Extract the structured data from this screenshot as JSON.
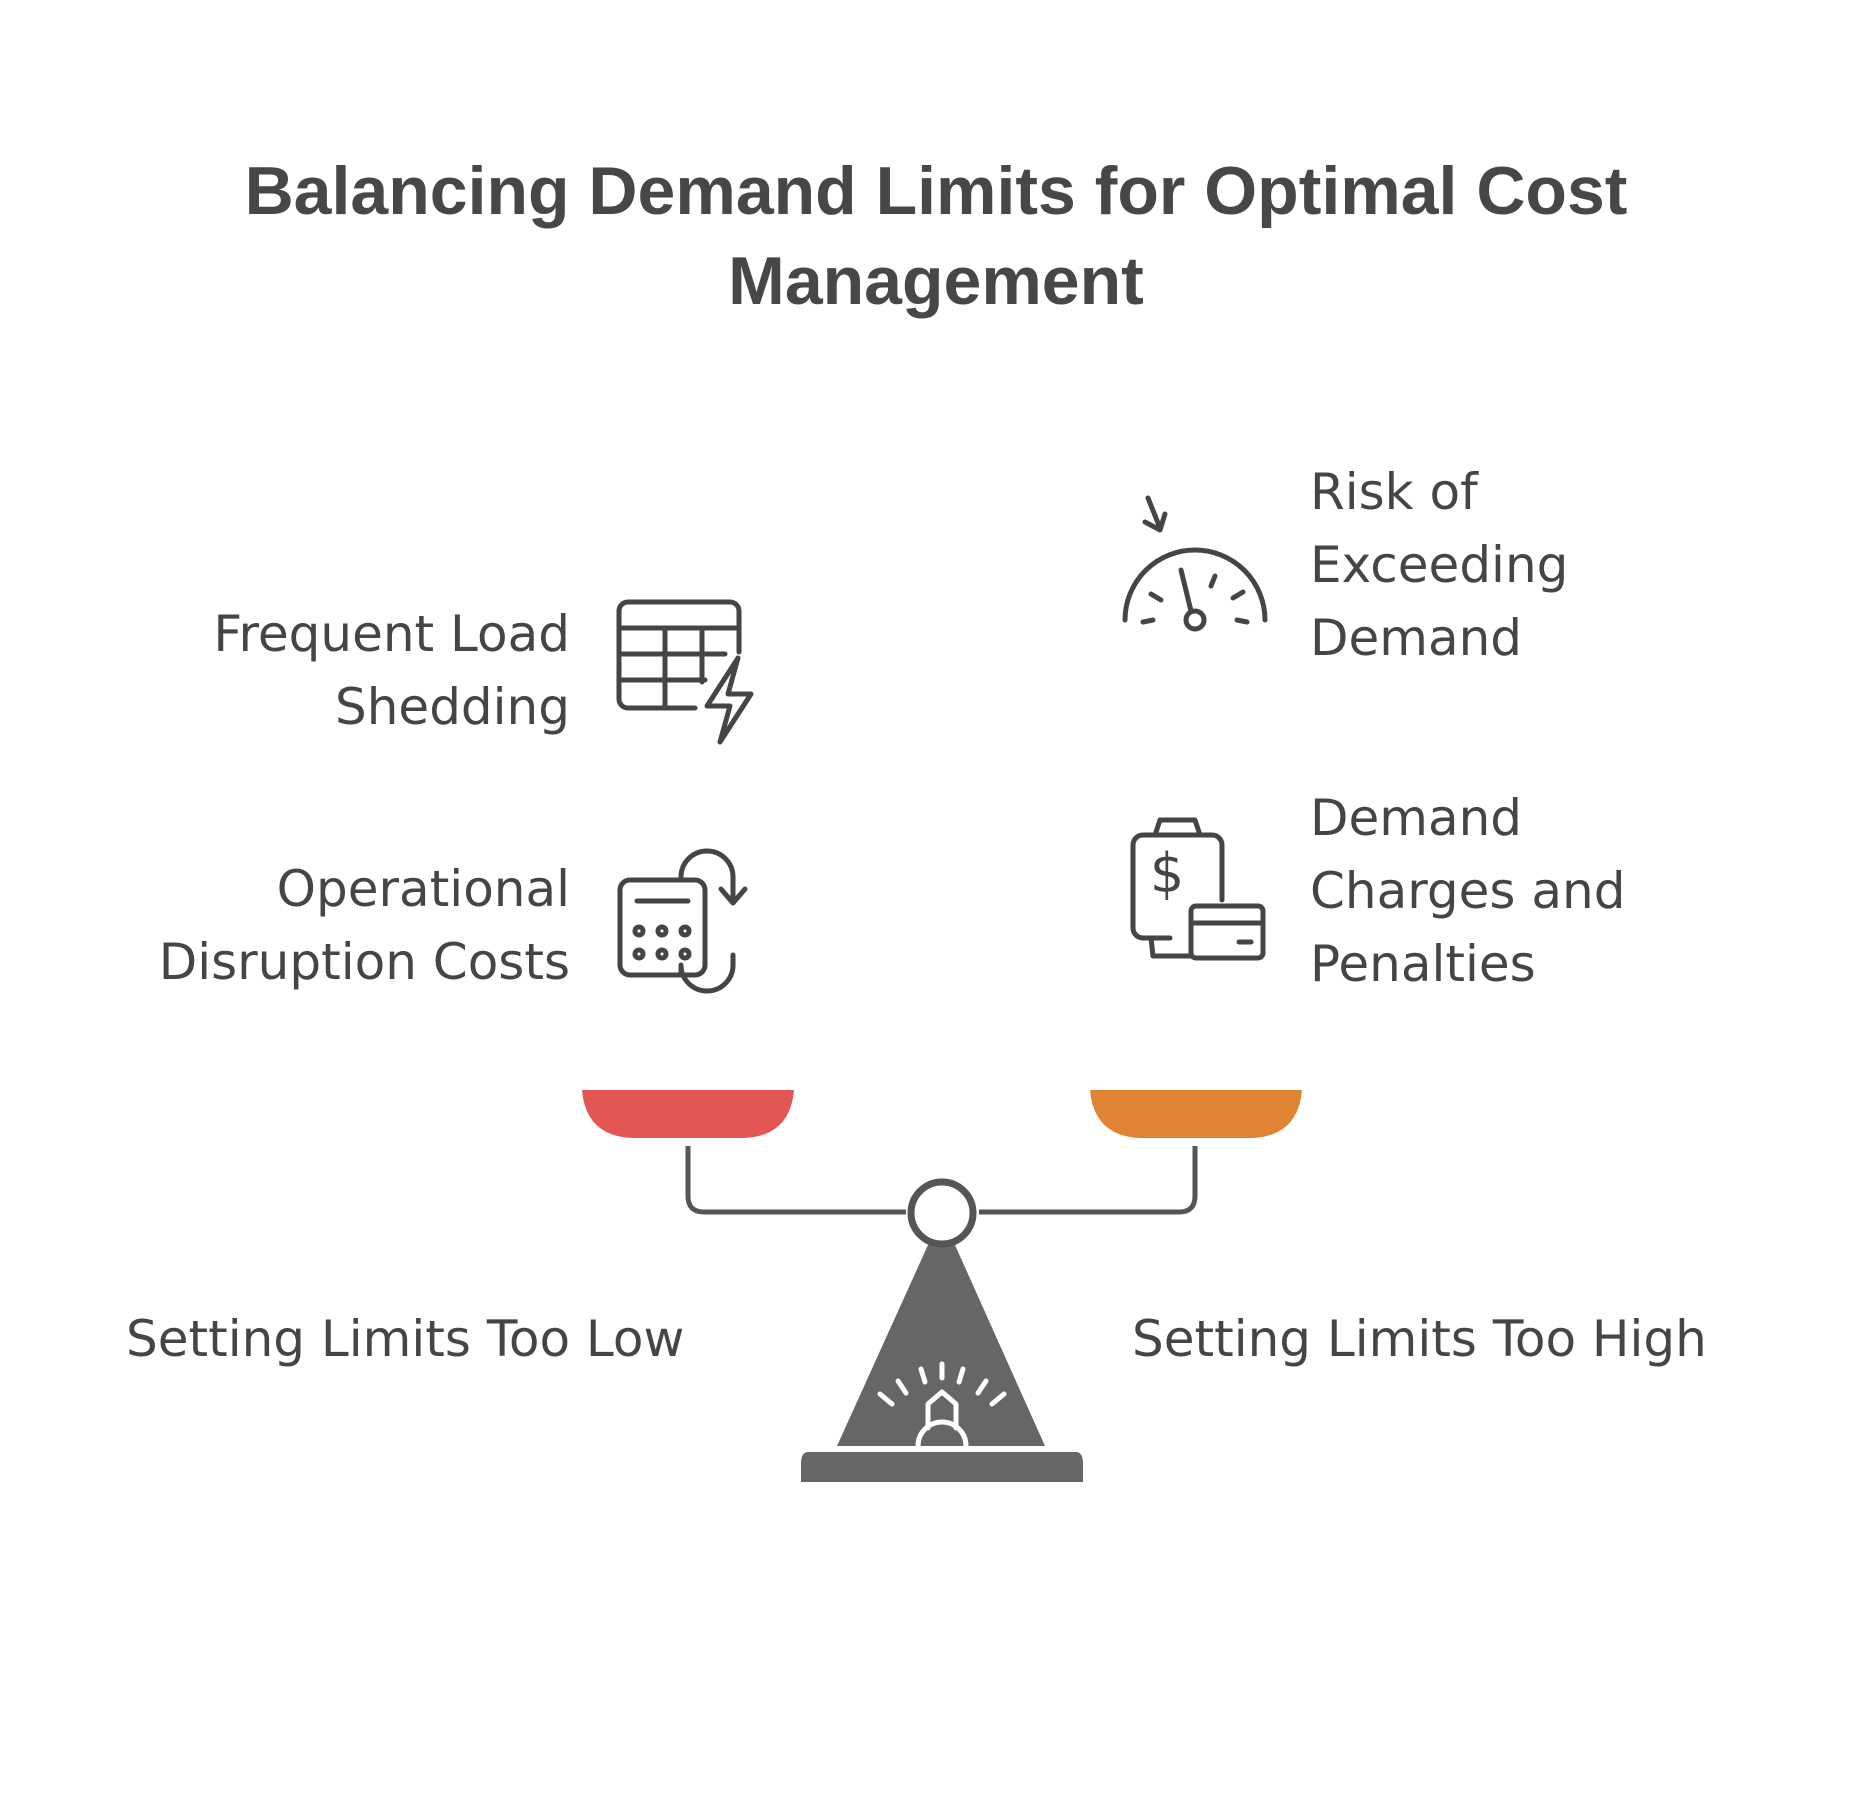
{
  "title": {
    "line1": "Balancing Demand Limits for Optimal Cost",
    "line2": "Management"
  },
  "left_items": [
    {
      "line1": "Frequent Load",
      "line2": "Shedding",
      "icon": "spreadsheet-lightning-icon"
    },
    {
      "line1": "Operational",
      "line2": "Disruption Costs",
      "icon": "calculator-cycle-icon"
    }
  ],
  "right_items": [
    {
      "line1": "Risk of",
      "line2": "Exceeding",
      "line3": "Demand",
      "icon": "gauge-icon"
    },
    {
      "line1": "Demand",
      "line2": "Charges and",
      "line3": "Penalties",
      "icon": "payment-terminal-icon"
    }
  ],
  "scale": {
    "left_label": "Setting Limits Too Low",
    "right_label": "Setting Limits Too High",
    "left_pan_color": "#E35654",
    "right_pan_color": "#E08332",
    "base_color": "#666666"
  }
}
